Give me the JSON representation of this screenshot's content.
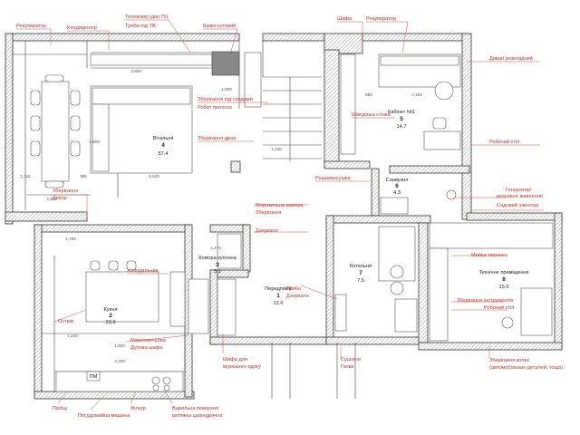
{
  "rooms": [
    {
      "name": "Вітальня",
      "number": "4",
      "area": "57.4"
    },
    {
      "name": "Кабінет №1",
      "number": "5",
      "area": "14.7"
    },
    {
      "name": "Санвузол",
      "number": "6",
      "area": "4.3"
    },
    {
      "name": "Кухня",
      "number": "2",
      "area": "23.9"
    },
    {
      "name": "Комора кухонна",
      "number": "3",
      "area": "3.1"
    },
    {
      "name": "Передпокій",
      "number": "1",
      "area": "12.6"
    },
    {
      "name": "Котельня",
      "number": "7",
      "area": "7.5"
    },
    {
      "name": "Технічне приміщення",
      "number": "8",
      "area": "15.6"
    }
  ],
  "annotations": {
    "recuperator_left": "Рекуператор",
    "conditioner": "Кондиціонер",
    "tv": "Телевізор (діаг.75)",
    "tv_stand": "Тумба під ТВ",
    "fireplace": "Камін кутовий",
    "wardrobe_top": "Шафа",
    "recuperator_right": "Рекуператор",
    "sofa_bed": "Диван розкладний",
    "storage_under_stairs": "Зберігання під сходами",
    "robot_vacuum": "Робот пилосос",
    "swedish_wall": "Шведська стінка",
    "storage_firewood": "Зберігання дров",
    "work_desk_top": "Робочий стіл",
    "towel_dryer": "Рушникосушка",
    "generator": "Генератор/",
    "backup_power": "резервне живлення",
    "garden_inventory": "Садовий інвентар",
    "storage_decor_1": "Зберігання",
    "storage_decor_2": "Декор",
    "mortuary_1": "Морозильна камера",
    "mortuary_2": "Зберігання",
    "mirror": "Дзеркало",
    "fridge": "Холодильник",
    "dryer_washer": "Мийка технічна",
    "island": "Острів",
    "cabinet_mirror_1": "Тумба",
    "cabinet_mirror_2": "Дзеркало",
    "storage_tools": "Зберігання інструментів",
    "work_desk_bottom": "Робочий стіл",
    "microwave_1": "Мікрохвильова",
    "microwave_2": "Духова шафа",
    "wardrobe_outer_1": "Шафа для",
    "wardrobe_outer_2": "верхнього одягу",
    "dryer_shoes_1": "Сушіння",
    "dryer_shoes_2": "Гачки",
    "wheel_storage_1": "Зберігання колес",
    "wheel_storage_2": "(автомобільних деталей, тощо)",
    "sink": "Поліці",
    "dishwasher": "Посудомийна машина",
    "filter": "Фільтр",
    "folding_shelf_1": "Варильна поверхня",
    "folding_shelf_2": "витяжка циліндрична",
    "pm": "ПМ"
  },
  "dimensions": {
    "d3880": "3,880",
    "d1000": "1,000",
    "d2150": "2,150",
    "d850": "850",
    "d5500": "5,500",
    "d985": "985",
    "d1115": "1,115",
    "d2200": "2,200",
    "d1600": "1,600",
    "d1240": "1,240",
    "d1470": "1,470",
    "d1750": "1,750",
    "d4280": "4,280",
    "d1800": "1,800",
    "d1240b": "1,240"
  }
}
